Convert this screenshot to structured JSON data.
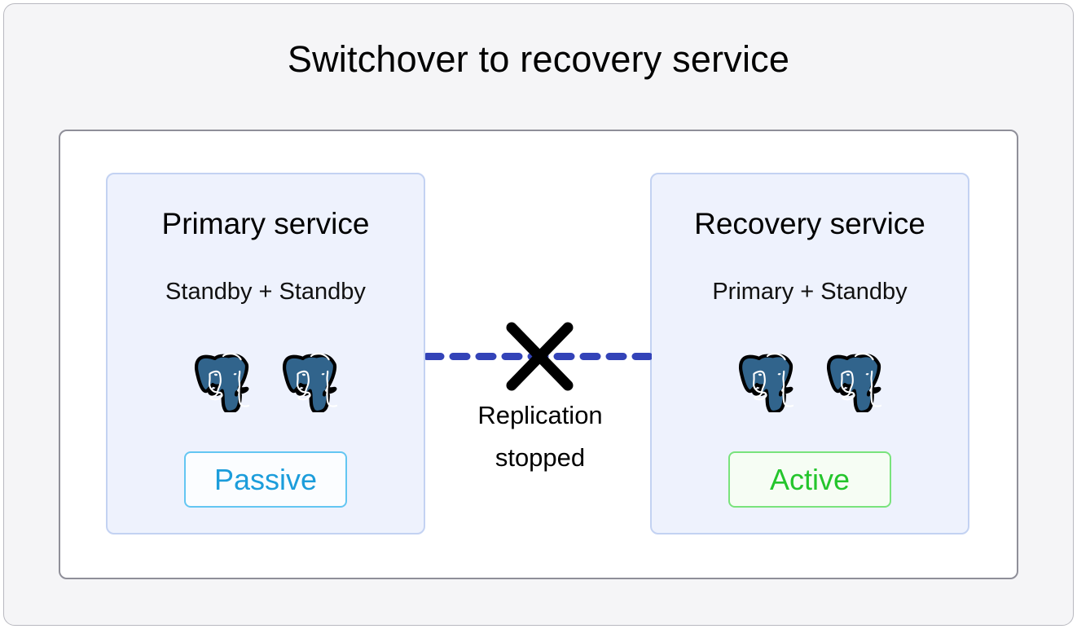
{
  "title": "Switchover to recovery service",
  "panels": [
    {
      "name": "primary-service",
      "title": "Primary service",
      "subtitle": "Standby + Standby",
      "nodes": [
        {
          "icon": "postgresql-elephant-icon"
        },
        {
          "icon": "postgresql-elephant-icon"
        }
      ],
      "status": {
        "label": "Passive",
        "text_color": "#1c9ddb",
        "border_color": "#63c6f2",
        "background_color": "#fbfdff"
      }
    },
    {
      "name": "recovery-service",
      "title": "Recovery service",
      "subtitle": "Primary + Standby",
      "nodes": [
        {
          "icon": "postgresql-elephant-icon"
        },
        {
          "icon": "postgresql-elephant-icon"
        }
      ],
      "status": {
        "label": "Active",
        "text_color": "#24c52c",
        "border_color": "#79e37c",
        "background_color": "#f6fdf4"
      }
    }
  ],
  "connector": {
    "line_style": "dashed",
    "line_color": "#3343b8",
    "blocked_marker_icon": "cross-x-icon",
    "blocked_marker_color": "#000000",
    "label_line1": "Replication",
    "label_line2": "stopped"
  },
  "colors": {
    "canvas_background": "#f5f5f7",
    "canvas_border": "#b9b9c0",
    "card_background": "#ffffff",
    "card_border": "#8f8f99",
    "panel_background": "#eef2fd",
    "panel_border": "#c3d2f2",
    "postgres_blue": "#31648c",
    "text_color": "#000000"
  }
}
